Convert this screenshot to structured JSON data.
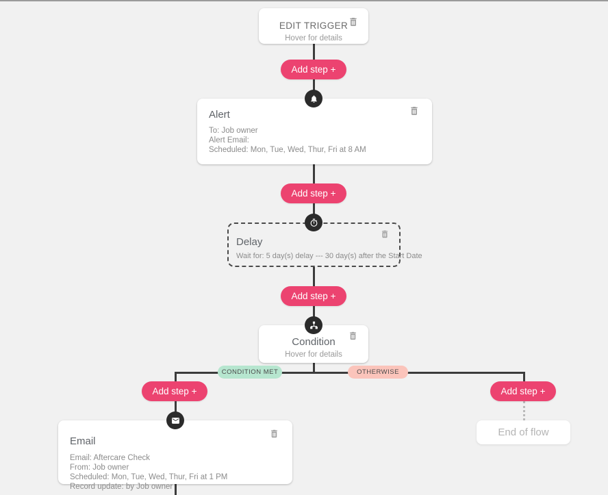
{
  "canvas": {
    "background": "#f1f1f1",
    "accent_pink": "#ec4370",
    "node_circle_color": "#2b2b2b",
    "connector_color": "#3c3c3c"
  },
  "trigger": {
    "title": "EDIT TRIGGER",
    "subtitle": "Hover for details",
    "delete_icon": "trash-icon"
  },
  "steps": {
    "alert": {
      "icon": "bell-icon",
      "title": "Alert",
      "lines": [
        "To: Job owner",
        "Alert Email:",
        "Scheduled: Mon, Tue, Wed, Thur, Fri at 8 AM"
      ],
      "delete_icon": "trash-icon"
    },
    "delay": {
      "icon": "stopwatch-icon",
      "title": "Delay",
      "lines": [
        "Wait for: 5 day(s) delay --- 30 day(s) after the Start Date"
      ],
      "delete_icon": "trash-icon"
    },
    "condition": {
      "icon": "sitemap-icon",
      "title": "Condition",
      "subtitle": "Hover for details",
      "delete_icon": "trash-icon"
    },
    "email": {
      "icon": "envelope-icon",
      "title": "Email",
      "lines": [
        "Email: Aftercare Check",
        "From: Job owner",
        "Scheduled: Mon, Tue, Wed, Thur, Fri at 1 PM",
        "Record update: by Job owner"
      ],
      "delete_icon": "trash-icon"
    }
  },
  "branches": {
    "condition_met_label": "CONDITION MET",
    "otherwise_label": "OTHERWISE",
    "condition_met_color": "#b6e6cf",
    "otherwise_color": "#fbc4bb"
  },
  "add_steps": {
    "after_trigger": "Add step +",
    "after_alert": "Add step +",
    "after_delay": "Add step +",
    "branch_left": "Add step +",
    "branch_right": "Add step +"
  },
  "end_of_flow": {
    "label": "End of flow"
  }
}
